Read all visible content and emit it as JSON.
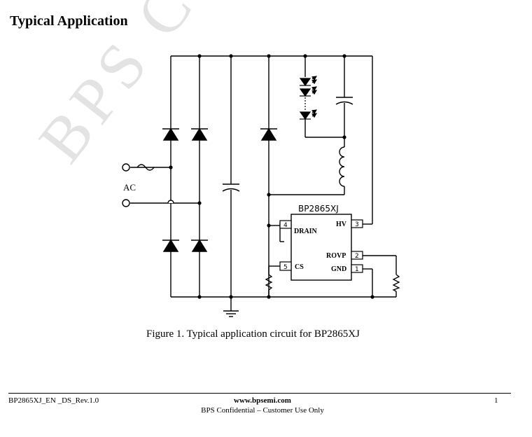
{
  "page": {
    "section_title": "Typical Application",
    "watermark": "BPS CONF I",
    "figure_caption": "Figure 1. Typical application circuit for BP2865XJ"
  },
  "circuit": {
    "ac_label": "AC",
    "ic": {
      "name": "BP2865XJ",
      "pins": [
        {
          "number": "4",
          "label": "DRAIN"
        },
        {
          "number": "3",
          "label": "HV"
        },
        {
          "number": "5",
          "label": "CS"
        },
        {
          "number": "2",
          "label": "ROVP"
        },
        {
          "number": "1",
          "label": "GND"
        }
      ]
    }
  },
  "footer": {
    "doc_id": "BP2865XJ_EN _DS_Rev.1.0",
    "website": "www.bpsemi.com",
    "confidential": "BPS Confidential – Customer Use Only",
    "page_number": "1"
  },
  "colors": {
    "ink": "#000000",
    "watermark": "#e3e3e3"
  }
}
